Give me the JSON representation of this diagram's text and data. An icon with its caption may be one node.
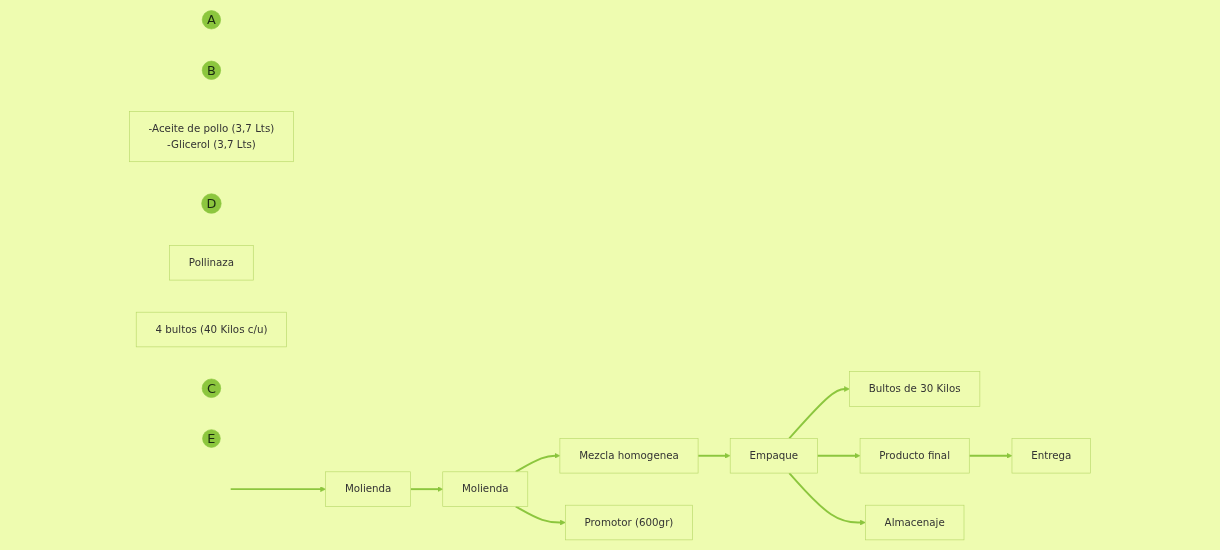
{
  "diagram": {
    "nodes": [
      {
        "text": [
          "A"
        ]
      },
      {
        "text": [
          "B"
        ]
      },
      {
        "text": [
          "Bultos de 30 Kilos"
        ]
      },
      {
        "text": [
          "Entrega"
        ]
      },
      {
        "text": [
          "-Aceite de pollo (3,7 Lts)",
          "-Glicerol (3,7 Lts)"
        ]
      },
      {
        "text": [
          "D"
        ]
      },
      {
        "text": [
          "Pollinaza"
        ]
      },
      {
        "text": [
          "Molienda"
        ]
      },
      {
        "text": [
          "Molienda"
        ]
      },
      {
        "text": [
          "Mezcla homogenea"
        ]
      },
      {
        "text": [
          "Empaque"
        ]
      },
      {
        "text": [
          "Producto final"
        ]
      },
      {
        "text": [
          "4 bultos (40 Kilos c/u)"
        ]
      },
      {
        "text": [
          "C"
        ]
      },
      {
        "text": [
          "E"
        ]
      },
      {
        "text": [
          "Promotor (600gr)"
        ]
      },
      {
        "text": [
          "Almacenaje"
        ]
      }
    ],
    "edges": [
      {
        "from": null,
        "to": 7,
        "arrow": "to"
      },
      {
        "from": 7,
        "to": 8,
        "arrow": "to"
      },
      {
        "from": 8,
        "to": 15,
        "arrow": "to"
      },
      {
        "from": 8,
        "to": 9,
        "arrow": "to"
      },
      {
        "from": 9,
        "to": 10,
        "arrow": "to"
      },
      {
        "from": 10,
        "to": 2,
        "arrow": "to"
      },
      {
        "from": 10,
        "to": 11,
        "arrow": "to"
      },
      {
        "from": 10,
        "to": 16,
        "arrow": "to"
      },
      {
        "from": 11,
        "to": 3,
        "arrow": "to"
      }
    ]
  }
}
